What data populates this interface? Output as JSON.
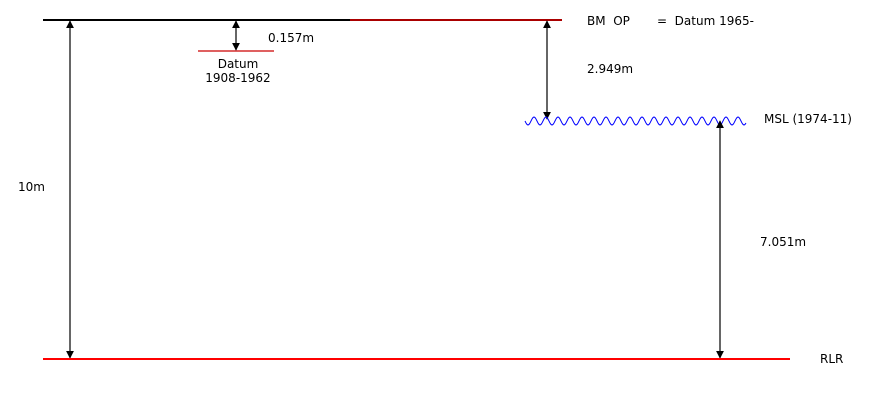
{
  "labels": {
    "bm_op": "BM  OP",
    "datum_1965": "=  Datum 1965-",
    "msl": "MSL (1974-11)",
    "rlr": "RLR",
    "datum_old_line1": "Datum",
    "datum_old_line2": "1908-1962",
    "dist_datum_offset": "0.157m",
    "dist_bm_to_msl": "2.949m",
    "dist_msl_to_rlr": "7.051m",
    "dist_total": "10m"
  },
  "colors": {
    "datum_line": "#ff0000",
    "old_datum_line": "#cc0000",
    "msl_wave": "#0000ff",
    "black": "#000000"
  }
}
